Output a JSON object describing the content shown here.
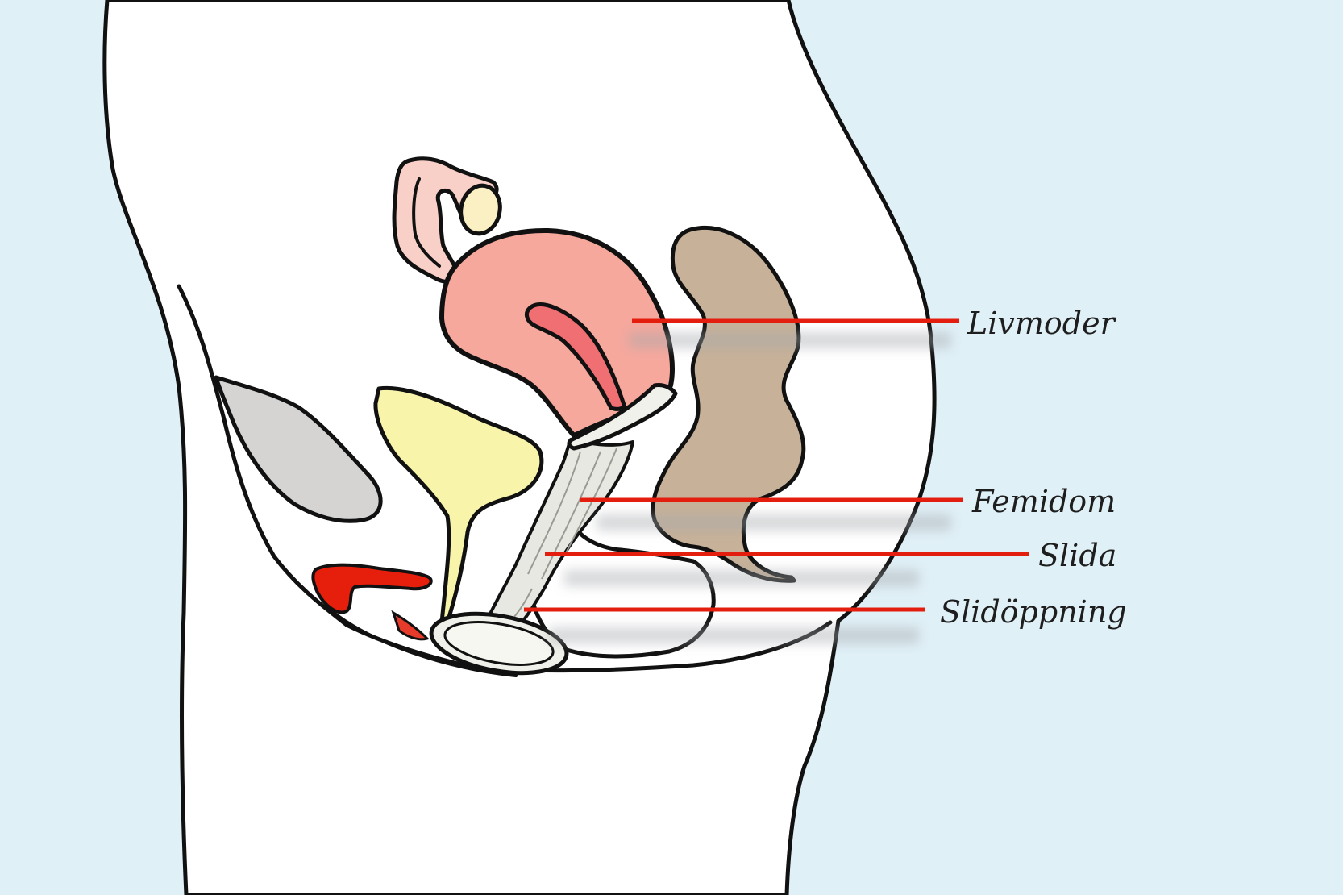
{
  "labels": {
    "livmoder": "Livmoder",
    "femidom": "Femidom",
    "slida": "Slida",
    "slidoppning": "Slidöppning"
  },
  "colors": {
    "background": "#e0f0f7",
    "body": "#ffffff",
    "outline": "#111111",
    "leader_line": "#e31e0f",
    "uterus": "#f6a89d",
    "uterus_cavity": "#ef6f72",
    "bladder": "#f8f5aa",
    "bowel": "#c7b199",
    "pubic_bone": "#d6d4d3",
    "fallopian_tube": "#f9d0c8",
    "ovary": "#fbf0c4",
    "clitoris": "#e61e0c",
    "femidom": "#e8e8e3"
  }
}
